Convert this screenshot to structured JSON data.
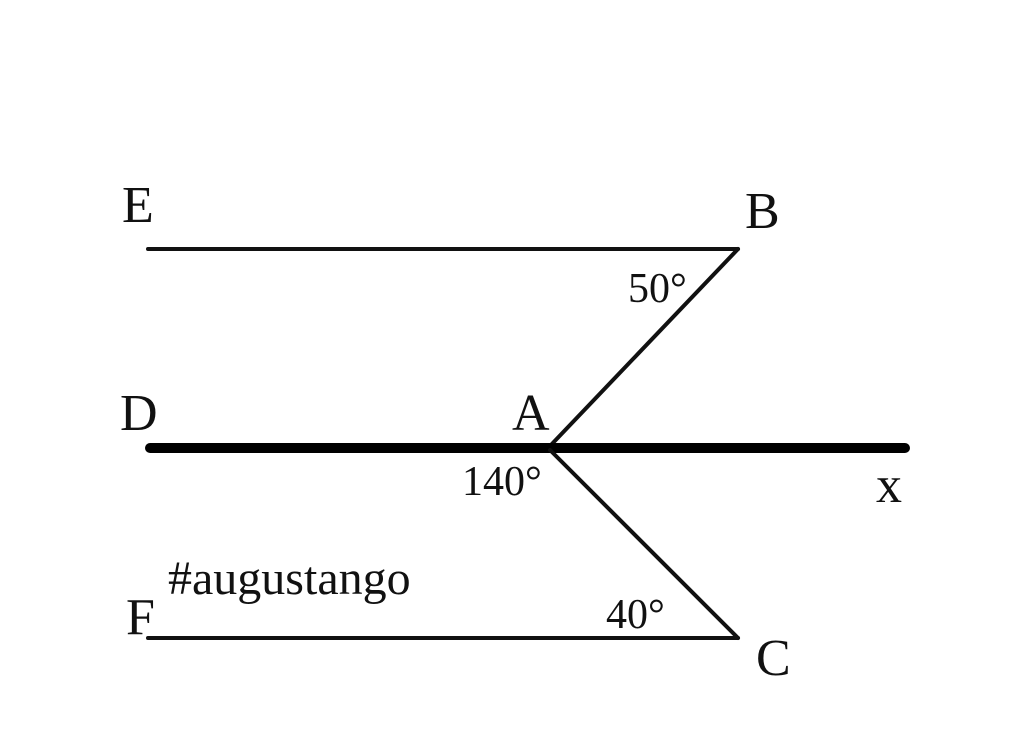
{
  "points": {
    "E": "E",
    "B": "B",
    "D": "D",
    "A": "A",
    "x": "x",
    "F": "F",
    "C": "C"
  },
  "angles": {
    "angle_B": "50°",
    "angle_A": "140°",
    "angle_C": "40°"
  },
  "hashtag": "#augustango",
  "colors": {
    "line": "#111111",
    "background": "#ffffff"
  }
}
